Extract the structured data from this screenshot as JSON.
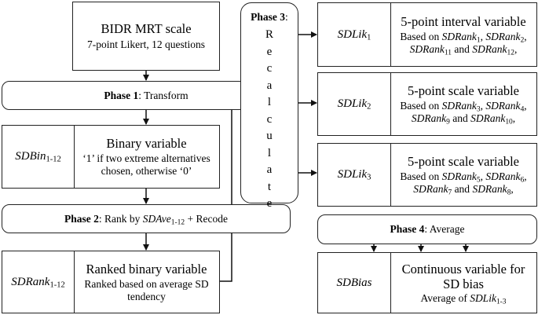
{
  "bidr": {
    "title": "BIDR MRT scale",
    "subtitle": "7-point Likert, 12 questions"
  },
  "phase1": {
    "bold": "Phase 1",
    "text": ": Transform"
  },
  "sdbin": {
    "label": "SDBin",
    "label_sub": "1-12",
    "title": "Binary variable",
    "desc1": "‘1’ if two extreme alternatives",
    "desc2": "chosen, otherwise ‘0’"
  },
  "phase2": {
    "bold": "Phase 2",
    "text_before": ": Rank by ",
    "it": "SDAve",
    "sub": "1-12",
    "text_after": " + Recode"
  },
  "sdrank": {
    "label": "SDRank",
    "label_sub": "1-12",
    "title": "Ranked binary variable",
    "desc1": "Ranked based on average SD",
    "desc2": "tendency"
  },
  "phase3": {
    "bold": "Phase 3",
    "colon": ":",
    "letters": [
      "R",
      "e",
      "c",
      "a",
      "l",
      "c",
      "u",
      "l",
      "a",
      "t",
      "e"
    ]
  },
  "sdlik1": {
    "label": "SDLik",
    "label_sub": "1",
    "title": "5-point interval variable",
    "based": "Based on ",
    "r1": "SDRank",
    "s1": "1",
    "r2": "SDRank",
    "s2": "2",
    "r3": "SDRank",
    "s3": "11",
    "and": " and ",
    "r4": "SDRank",
    "s4": "12"
  },
  "sdlik2": {
    "label": "SDLik",
    "label_sub": "2",
    "title": "5-point scale variable",
    "based": "Based on ",
    "r1": "SDRank",
    "s1": "3",
    "r2": "SDRank",
    "s2": "4",
    "r3": "SDRank",
    "s3": "9",
    "and": " and ",
    "r4": "SDRank",
    "s4": "10"
  },
  "sdlik3": {
    "label": "SDLik",
    "label_sub": "3",
    "title": "5-point scale variable",
    "based": "Based on ",
    "r1": "SDRank",
    "s1": "5",
    "r2": "SDRank",
    "s2": "6",
    "r3": "SDRank",
    "s3": "7",
    "and": " and ",
    "r4": "SDRank",
    "s4": "8"
  },
  "phase4": {
    "bold": "Phase 4",
    "text": ": Average"
  },
  "sdbias": {
    "label": "SDBias",
    "title1": "Continuous variable for",
    "title2": "SD bias",
    "desc_pre": "Average of ",
    "desc_it": "SDLik",
    "desc_sub": "1-3"
  }
}
